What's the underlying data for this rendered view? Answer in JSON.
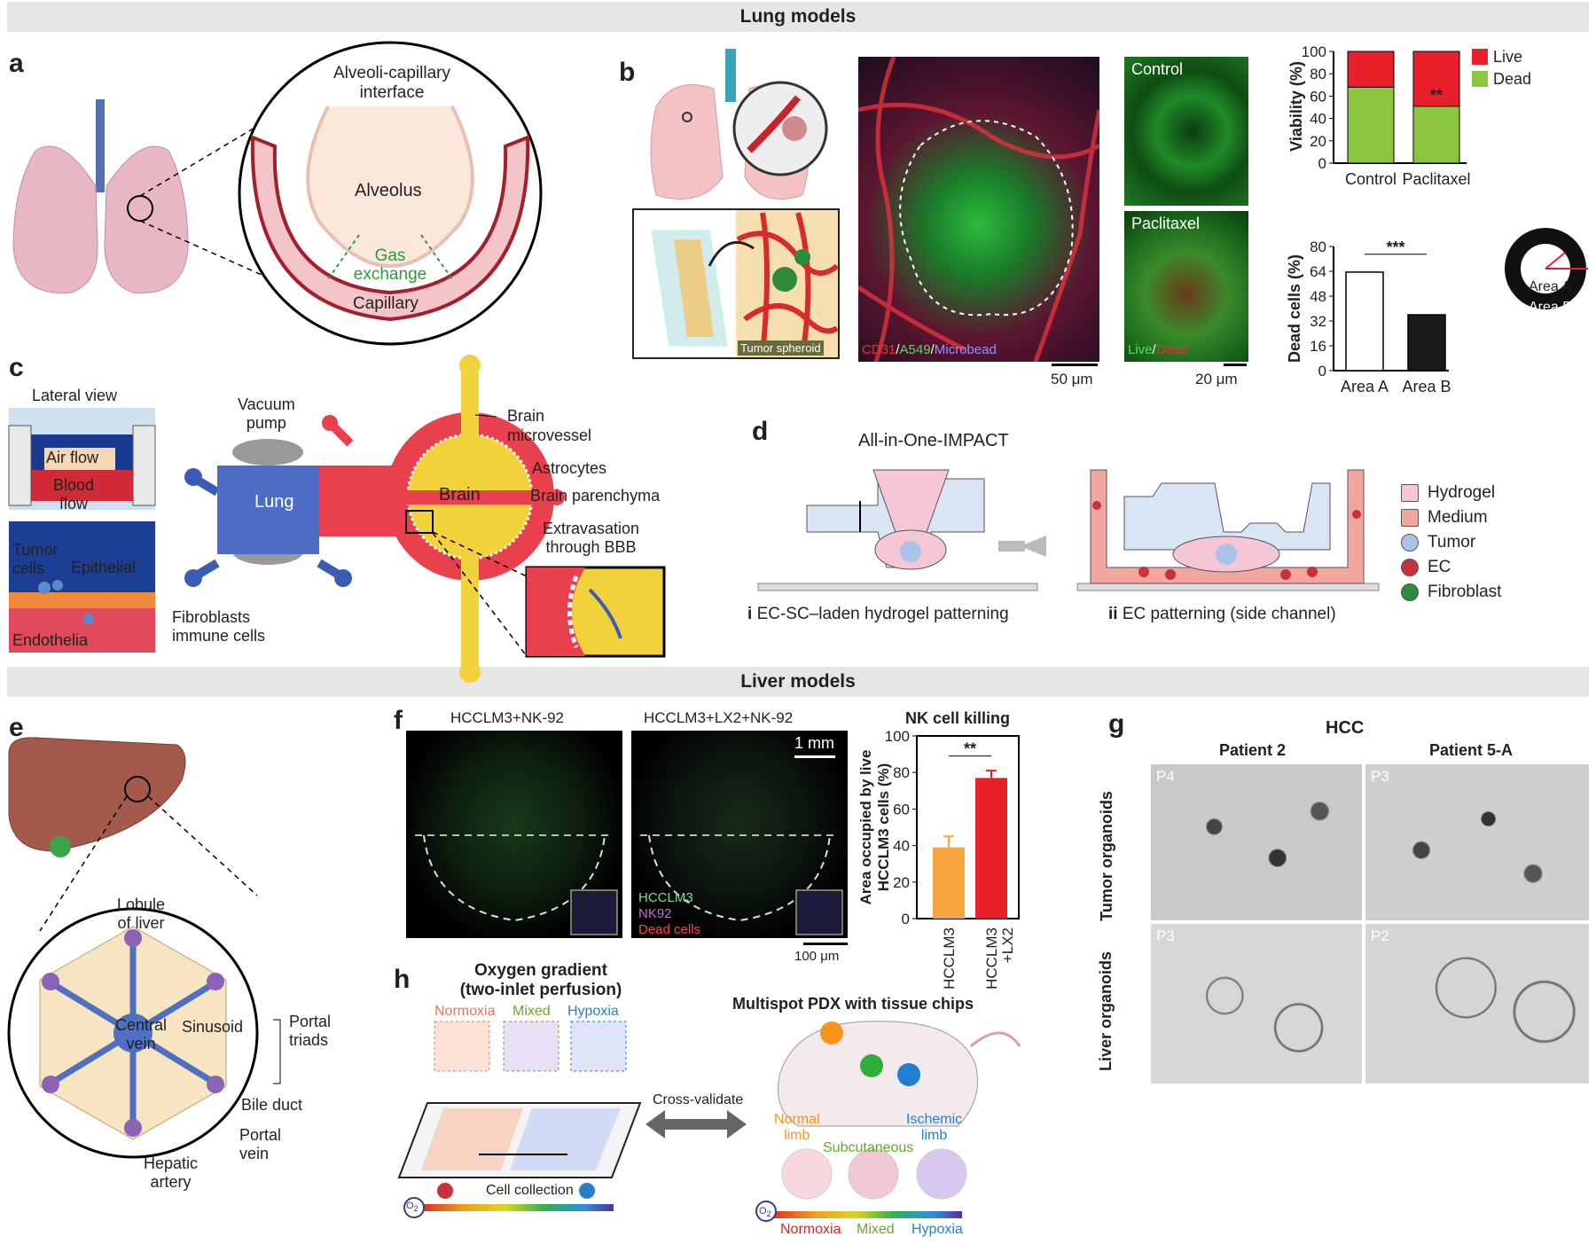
{
  "sections": {
    "lung": "Lung models",
    "liver": "Liver models"
  },
  "panels": {
    "a": "a",
    "b": "b",
    "c": "c",
    "d": "d",
    "e": "e",
    "f": "f",
    "g": "g",
    "h": "h"
  },
  "panel_a": {
    "interface": "Alveoli-capillary\ninterface",
    "alveolus": "Alveolus",
    "gas": "Gas\nexchange",
    "capillary": "Capillary"
  },
  "panel_b": {
    "tumor_spheroid": "Tumor spheroid",
    "stain_cd31": "CD31",
    "slash1": "/",
    "stain_a549": "A549",
    "slash2": "/",
    "stain_microbead": "Microbead",
    "scale_50": "50 μm",
    "control": "Control",
    "paclitaxel": "Paclitaxel",
    "stain_live": "Live",
    "slash3": "/",
    "stain_dead": "Dead",
    "scale_20": "20 μm",
    "area_a": "Area A",
    "area_b": "Area B"
  },
  "panel_c": {
    "lateral_view": "Lateral view",
    "air_flow": "Air flow",
    "blood_flow": "Blood\nflow",
    "tumor_cells": "Tumor\ncells",
    "epithelial": "Epithelial",
    "endothelia": "Endothelia",
    "fibroblasts": "Fibroblasts\nimmune cells",
    "vacuum_pump": "Vacuum\npump",
    "lung": "Lung",
    "brain": "Brain",
    "brain_microvessel": "Brain\nmicrovessel",
    "astrocytes": "Astrocytes",
    "brain_parenchyma": "Brain parenchyma",
    "extravasation": "Extravasation\nthrough BBB"
  },
  "panel_d": {
    "title": "All-in-One-IMPACT",
    "step_i_num": "i",
    "step_i": "EC-SC–laden hydrogel patterning",
    "step_ii_num": "ii",
    "step_ii": "EC patterning (side channel)",
    "legend": [
      {
        "label": "Hydrogel",
        "color": "#f4c6d6"
      },
      {
        "label": "Medium",
        "color": "#f3a6a0"
      },
      {
        "label": "Tumor",
        "color": "#a9c4e8"
      },
      {
        "label": "EC",
        "color": "#c8323a"
      },
      {
        "label": "Fibroblast",
        "color": "#2f8b3c"
      }
    ]
  },
  "panel_e": {
    "lobule": "Lobule\nof liver",
    "central_vein": "Central\nvein",
    "sinusoid": "Sinusoid",
    "portal_triads": "Portal\ntriads",
    "bile_duct": "Bile duct",
    "portal_vein": "Portal\nvein",
    "hepatic_artery": "Hepatic\nartery"
  },
  "panel_f": {
    "left_title": "HCCLM3+NK-92",
    "right_title": "HCCLM3+LX2+NK-92",
    "scale_1mm": "1 mm",
    "scale_100": "100 μm",
    "legend_hcclm3": "HCCLM3",
    "legend_nk92": "NK92",
    "legend_dead": "Dead cells"
  },
  "panel_g": {
    "title": "HCC",
    "patient2": "Patient 2",
    "patient5": "Patient 5-A",
    "row_tumor": "Tumor organoids",
    "row_liver": "Liver organoids",
    "tags": [
      "P4",
      "P3",
      "P3",
      "P2"
    ]
  },
  "panel_h": {
    "title_left": "Oxygen gradient\n(two-inlet perfusion)",
    "normoxia": "Normoxia",
    "mixed": "Mixed",
    "hypoxia": "Hypoxia",
    "cell_collection": "Cell collection",
    "cross_validate": "Cross-validate",
    "o2": "O2",
    "o2_base": "O",
    "o2_sub": "2",
    "title_right": "Multispot PDX with tissue chips",
    "normal_limb": "Normal\nlimb",
    "subcutaneous": "Subcutaneous",
    "ischemic_limb": "Ischemic\nlimb",
    "bottom_normoxia": "Normoxia",
    "bottom_mixed": "Mixed",
    "bottom_hypoxia": "Hypoxia"
  },
  "colors": {
    "live_red": "#e8202a",
    "dead_green": "#8cc63f",
    "hcc_orange": "#f7a541",
    "lx2_red": "#e8202a"
  },
  "chart_data": [
    {
      "type": "bar",
      "id": "viability",
      "categories": [
        "Control",
        "Paclitaxel"
      ],
      "series": [
        {
          "name": "Dead",
          "values": [
            68,
            51
          ]
        },
        {
          "name": "Live",
          "values": [
            32,
            49
          ]
        }
      ],
      "stacked": true,
      "ylabel": "Viability (%)",
      "ylim": [
        0,
        100
      ],
      "yticks": [
        0,
        20,
        40,
        60,
        80,
        100
      ],
      "significance": "**",
      "legend": "top-right"
    },
    {
      "type": "bar",
      "id": "dead_cells",
      "categories": [
        "Area A",
        "Area B"
      ],
      "values": [
        63.5,
        36
      ],
      "ylabel": "Dead cells (%)",
      "ylim": [
        0,
        80
      ],
      "yticks": [
        0,
        16,
        32,
        48,
        64,
        80
      ],
      "significance": "***"
    },
    {
      "type": "bar",
      "id": "nk_killing",
      "title": "NK cell killing",
      "categories": [
        "HCCLM3",
        "HCCLM3\n+LX2"
      ],
      "values": [
        39,
        77
      ],
      "errors": [
        6,
        4
      ],
      "ylabel": "Area occupied by live\nHCCLM3 cells (%)",
      "ylim": [
        0,
        100
      ],
      "yticks": [
        0,
        20,
        40,
        60,
        80,
        100
      ],
      "significance": "**"
    }
  ]
}
